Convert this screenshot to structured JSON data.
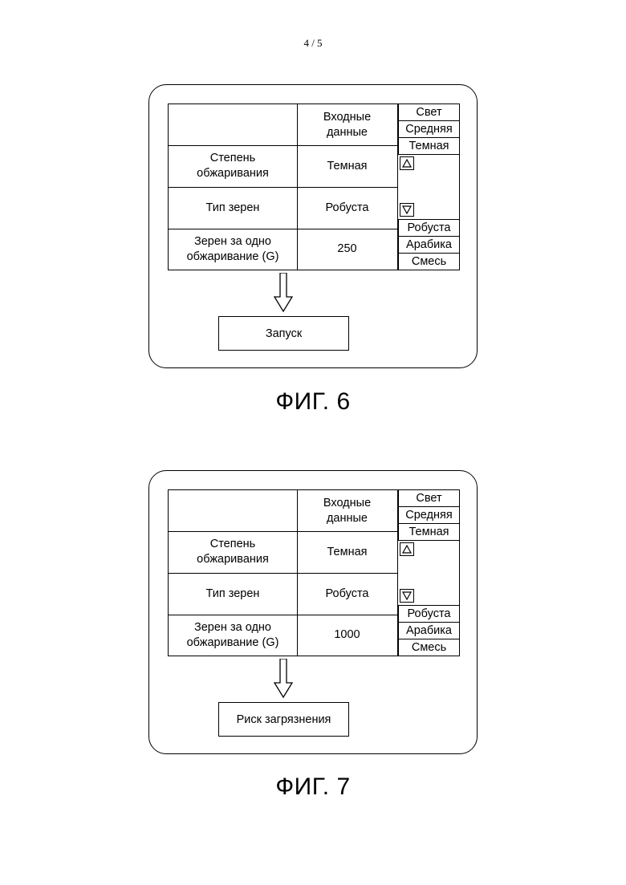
{
  "page_number": "4 / 5",
  "figures": [
    {
      "caption": "ФИГ. 6",
      "table": {
        "header": "Входные\nданные",
        "rows": [
          {
            "label": "Степень\nобжаривания",
            "value": "Темная"
          },
          {
            "label": "Тип зерен",
            "value": "Робуста"
          },
          {
            "label": "Зерен за одно\nобжаривание (G)",
            "value": "250"
          }
        ]
      },
      "roast_options": [
        "Свет",
        "Средняя",
        "Темная"
      ],
      "bean_options": [
        "Робуста",
        "Арабика",
        "Смесь"
      ],
      "up_arrow": "△",
      "down_arrow": "▽",
      "action_label": "Запуск"
    },
    {
      "caption": "ФИГ. 7",
      "table": {
        "header": "Входные\nданные",
        "rows": [
          {
            "label": "Степень\nобжаривания",
            "value": "Темная"
          },
          {
            "label": "Тип зерен",
            "value": "Робуста"
          },
          {
            "label": "Зерен за одно\nобжаривание (G)",
            "value": "1000"
          }
        ]
      },
      "roast_options": [
        "Свет",
        "Средняя",
        "Темная"
      ],
      "bean_options": [
        "Робуста",
        "Арабика",
        "Смесь"
      ],
      "up_arrow": "△",
      "down_arrow": "▽",
      "action_label": "Риск загрязнения"
    }
  ]
}
